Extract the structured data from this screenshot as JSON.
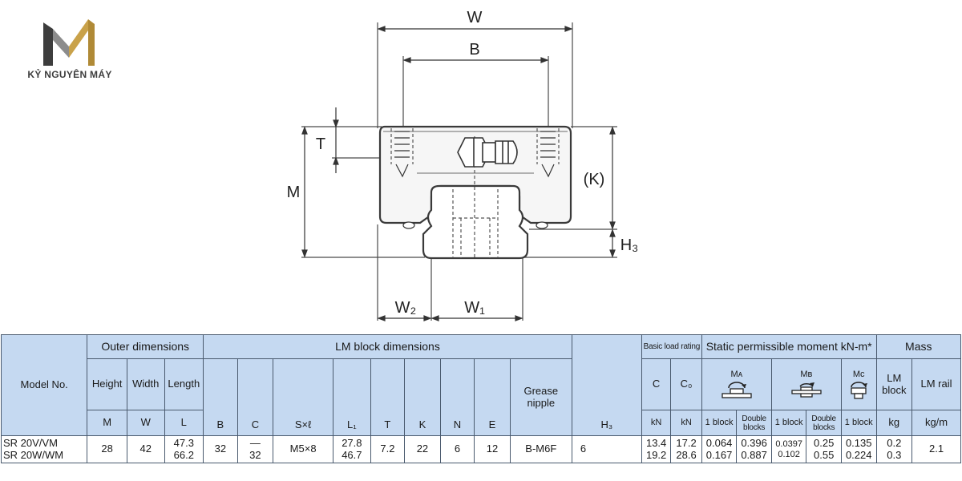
{
  "brand": {
    "name": "KỶ NGUYÊN MÁY",
    "colors": {
      "gold": "#c9a24a",
      "dark": "#3d3d3d"
    }
  },
  "drawing": {
    "labels": {
      "W": "W",
      "B": "B",
      "T": "T",
      "M": "M",
      "K": "(K)",
      "H3": "H₃",
      "W2": "W₂",
      "W1": "W₁"
    }
  },
  "table": {
    "model_header": "Model No.",
    "groups": {
      "outer": "Outer dimensions",
      "lm_block": "LM block dimensions",
      "load": "Basic load rating",
      "moment": "Static permissible moment kN-m*",
      "mass": "Mass"
    },
    "outer_cols": [
      {
        "name": "Height",
        "sym": "M"
      },
      {
        "name": "Width",
        "sym": "W"
      },
      {
        "name": "Length",
        "sym": "L"
      }
    ],
    "block_syms": [
      "B",
      "C",
      "S×ℓ",
      "L₁",
      "T",
      "K",
      "N",
      "E"
    ],
    "grease": {
      "line1": "Grease",
      "line2": "nipple"
    },
    "h3_sym": "H₃",
    "load_cols": [
      {
        "sym": "C",
        "unit": "kN"
      },
      {
        "sym": "C₀",
        "unit": "kN"
      }
    ],
    "moment_cols": [
      {
        "sym": "Mᴀ",
        "sub": [
          "1 block",
          "Double blocks"
        ]
      },
      {
        "sym": "Mʙ",
        "sub": [
          "1 block",
          "Double blocks"
        ]
      },
      {
        "sym": "Mᴄ",
        "sub": [
          "1 block"
        ]
      }
    ],
    "mass_cols": [
      {
        "name": "LM block",
        "unit": "kg"
      },
      {
        "name": "LM rail",
        "unit": "kg/m"
      }
    ],
    "row": {
      "model": [
        "SR 20V/VM",
        "SR 20W/WM"
      ],
      "M": "28",
      "W": "42",
      "L": [
        "47.3",
        "66.2"
      ],
      "B": "32",
      "C": [
        "—",
        "32"
      ],
      "Sxl": "M5×8",
      "L1": [
        "27.8",
        "46.7"
      ],
      "T": "7.2",
      "K": "22",
      "N": "6",
      "E": "12",
      "grease": "B-M6F",
      "H3": "6",
      "C_load": [
        "13.4",
        "19.2"
      ],
      "C0_load": [
        "17.2",
        "28.6"
      ],
      "MA1": [
        "0.064",
        "0.167"
      ],
      "MA2": [
        "0.396",
        "0.887"
      ],
      "MB1": [
        "0.0397",
        "0.102"
      ],
      "MB2": [
        "0.25",
        "0.55"
      ],
      "MC1": [
        "0.135",
        "0.224"
      ],
      "block_kg": [
        "0.2",
        "0.3"
      ],
      "rail_kgm": "2.1"
    }
  }
}
